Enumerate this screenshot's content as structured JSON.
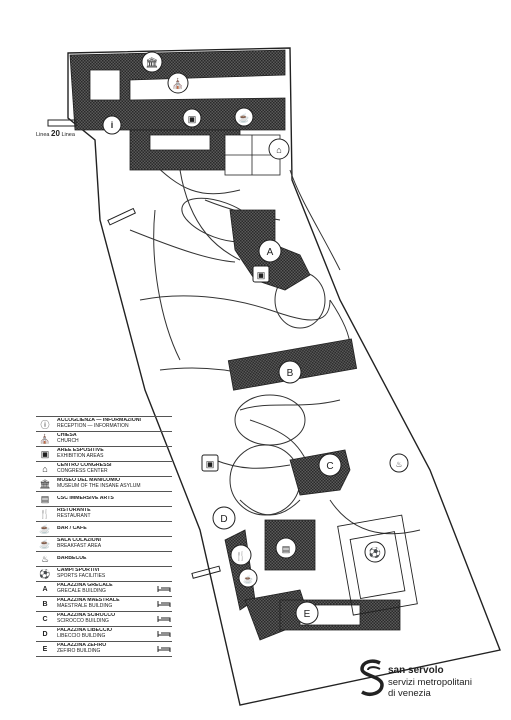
{
  "legend": [
    {
      "icon": "info-icon",
      "it": "ACCOGLIENZA — INFORMAZIONI",
      "en": "RECEPTION — INFORMATION"
    },
    {
      "icon": "church-icon",
      "it": "CHIESA",
      "en": "CHURCH"
    },
    {
      "icon": "exhibition-icon",
      "it": "AREE ESPOSITIVE",
      "en": "EXHIBITION AREAS"
    },
    {
      "icon": "congress-icon",
      "it": "CENTRO CONGRESSI",
      "en": "CONGRESS CENTER"
    },
    {
      "icon": "museum-icon",
      "it": "MUSEO DEL MANICOMIO",
      "en": "MUSEUM OF THE INSANE ASYLUM"
    },
    {
      "icon": "immersive-icon",
      "it": "CSC IMMERSIVE ARTS",
      "en": ""
    },
    {
      "icon": "restaurant-icon",
      "it": "RISTORANTE",
      "en": "RESTAURANT"
    },
    {
      "icon": "cafe-icon",
      "it": "BAR / CAFÉ",
      "en": ""
    },
    {
      "icon": "breakfast-icon",
      "it": "SALA COLAZIONI",
      "en": "BREAKFAST AREA"
    },
    {
      "icon": "barbecue-icon",
      "it": "BARBECUE",
      "en": ""
    },
    {
      "icon": "sports-icon",
      "it": "CAMPI SPORTIVI",
      "en": "SPORTS FACILITIES"
    },
    {
      "letter": "A",
      "it": "PALAZZINA GRECALE",
      "en": "GRECALE BUILDING",
      "bed": true
    },
    {
      "letter": "B",
      "it": "PALAZZINA MAESTRALE",
      "en": "MAESTRALE BUILDING",
      "bed": true
    },
    {
      "letter": "C",
      "it": "PALAZZINA SCIROCCO",
      "en": "SCIROCCO BUILDING",
      "bed": true
    },
    {
      "letter": "D",
      "it": "PALAZZINA LIBECCIO",
      "en": "LIBECCIO BUILDING",
      "bed": true
    },
    {
      "letter": "E",
      "it": "PALAZZINA ZEFIRO",
      "en": "ZEFIRO BUILDING",
      "bed": true
    }
  ],
  "map_labels": {
    "a": "A",
    "b": "B",
    "c": "C",
    "d": "D",
    "e": "E"
  },
  "ferry": {
    "linea": "Linea",
    "number": "20",
    "suffix": "Linea"
  },
  "brand": {
    "name": "san servolo",
    "line1": "servizi metropolitani",
    "line2": "di venezia"
  },
  "colors": {
    "building": "#3a3a3a",
    "outline": "#222222"
  }
}
